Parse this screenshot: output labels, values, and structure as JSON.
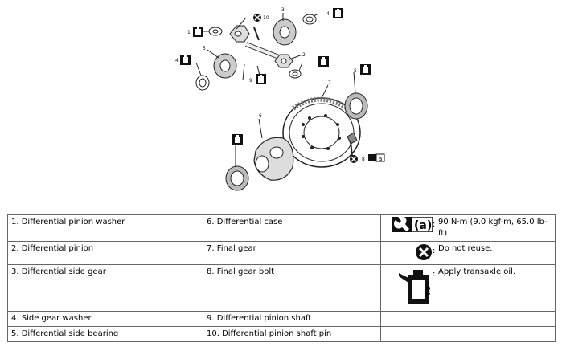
{
  "figure": {
    "callouts": [
      "1",
      "2",
      "3",
      "4",
      "4",
      "5",
      "5",
      "6",
      "7",
      "8",
      "9",
      "10"
    ]
  },
  "legend": {
    "rows": [
      {
        "a": "1. Differential pinion washer",
        "b": "6. Differential case"
      },
      {
        "a": "2. Differential pinion",
        "b": "7. Final gear"
      },
      {
        "a": "3. Differential side gear",
        "b": "8. Final gear bolt"
      },
      {
        "a": "4. Side gear washer",
        "b": "9. Differential pinion shaft"
      },
      {
        "a": "5. Differential side bearing",
        "b": "10. Differential pinion shaft pin"
      }
    ],
    "symbols": [
      {
        "icon": "torque-wrench-icon",
        "badge": "(a)",
        "text": "90 N·m (9.0 kgf-m, 65.0 lb-ft)"
      },
      {
        "icon": "do-not-reuse-icon",
        "text": "Do not reuse."
      },
      {
        "icon": "oil-can-icon",
        "can_label": "OIL",
        "text": "Apply transaxle oil."
      }
    ],
    "colon": ":"
  }
}
